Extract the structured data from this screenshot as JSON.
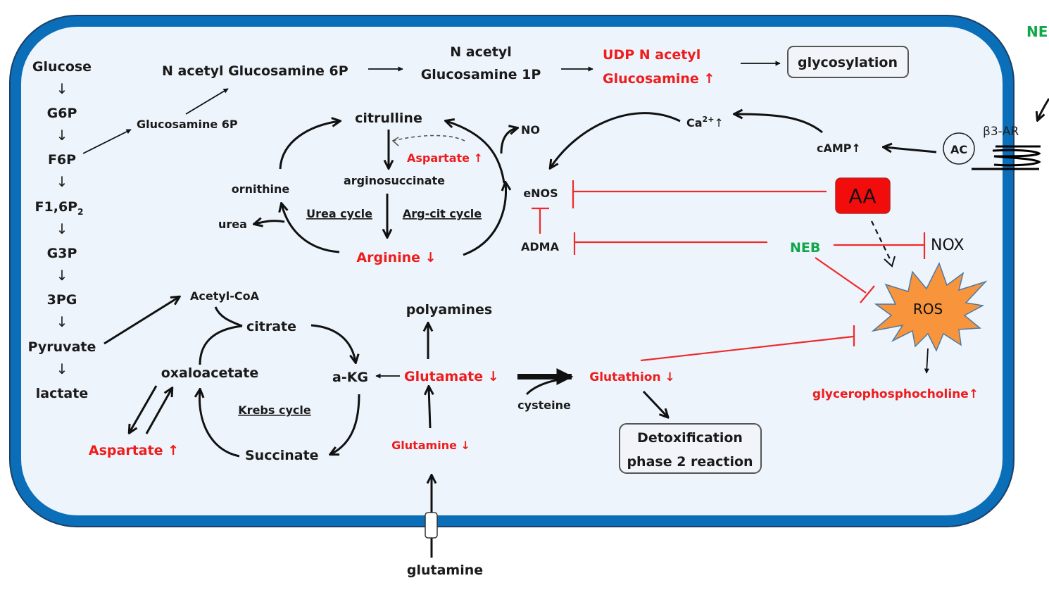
{
  "diagram": {
    "title": "Cellular metabolic pathway diagram",
    "colors": {
      "membrane": "#0a6eb9",
      "cytoplasm": "#eef4fb",
      "increased_decreased_metabolite": "#ee1c1c",
      "inhibition_line": "#ee2a2a",
      "drug_neb": "#10a64a",
      "aa_box": "#f20c0c",
      "ros_fill": "#f7943c"
    },
    "glycolysis": {
      "glucose": "Glucose",
      "g6p": "G6P",
      "f6p": "F6P",
      "f16p2": "F1,6P",
      "f16p2_sub": "2",
      "g3p": "G3P",
      "pg3": "3PG",
      "pyruvate": "Pyruvate",
      "lactate": "lactate",
      "arrow_glyph": "↓"
    },
    "hexosamine": {
      "glucosamine_6p": "Glucosamine 6P",
      "n_acetyl_glucosamine_6p": "N acetyl Glucosamine 6P",
      "n_acetyl_line1": "N acetyl",
      "n_acetyl_line2": "Glucosamine 1P",
      "udp_line1": "UDP N acetyl",
      "udp_line2": "Glucosamine ↑",
      "glycosylation": "glycosylation"
    },
    "urea_cycle": {
      "citrulline": "citrulline",
      "aspartate": "Aspartate ↑",
      "arginosuccinate": "arginosuccinate",
      "ornithine": "ornithine",
      "urea": "urea",
      "urea_cycle_label": "Urea cycle",
      "arg_cit_label": "Arg-cit cycle",
      "arginine": "Arginine ↓",
      "no": "NO"
    },
    "signaling": {
      "enos": "eNOS",
      "adma": "ADMA",
      "ca": "Ca",
      "ca_sup": "2+",
      "ca_arrow": "↑",
      "camp": "cAMP↑",
      "ac": "AC",
      "b3ar": "β3-AR",
      "aa": "AA",
      "neb": "NEB",
      "neb_outside": "NEB",
      "nox": "NOX",
      "ros": "ROS",
      "gpc": "glycerophosphocholine↑"
    },
    "krebs": {
      "acetyl_coa": "Acetyl-CoA",
      "citrate": "citrate",
      "oxaloacetate": "oxaloacetate",
      "akg": "a-KG",
      "succinate": "Succinate",
      "krebs_label": "Krebs cycle",
      "aspartate": "Aspartate ↑"
    },
    "glutamine": {
      "polyamines": "polyamines",
      "glutamate": "Glutamate ↓",
      "glutamine_in": "Glutamine ↓",
      "glutamine_out": "glutamine",
      "cysteine": "cysteine",
      "glutathion": "Glutathion ↓",
      "detox_line1": "Detoxification",
      "detox_line2": "phase 2 reaction"
    }
  }
}
